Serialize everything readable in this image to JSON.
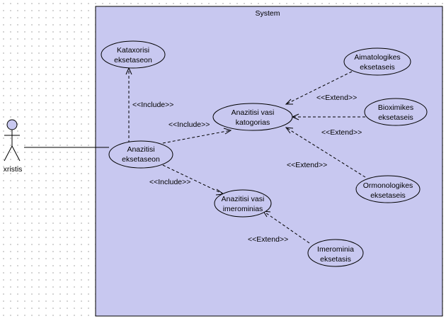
{
  "system": {
    "title": "System",
    "fill": "#c8c8f0"
  },
  "actor": {
    "name": "xristis",
    "fill": "#c8c8f0"
  },
  "usecases": {
    "kataxorisi": [
      "Kataxorisi",
      "eksetaseon"
    ],
    "anazitisi": [
      "Anazitisi",
      "eksetaseon"
    ],
    "kategorias": [
      "Anazitisi vasi",
      "katogorias"
    ],
    "imerominias": [
      "Anazitisi vasi",
      "imerominias"
    ],
    "aimatologikes": [
      "Aimatologikes",
      "eksetaseis"
    ],
    "bioximikes": [
      "Bioximikes",
      "eksetaseis"
    ],
    "ormonologikes": [
      "Ormonologikes",
      "eksetaseis"
    ],
    "imerominia": [
      "Imerominia",
      "eksetasis"
    ]
  },
  "dependencies": {
    "include_kataxorisi": "<<Include>>",
    "include_kategorias": "<<Include>>",
    "include_imerominias": "<<Include>>",
    "extend_aimatologikes": "<<Extend>>",
    "extend_bioximikes": "<<Extend>>",
    "extend_ormonologikes": "<<Extend>>",
    "extend_imerominia": "<<Extend>>"
  }
}
